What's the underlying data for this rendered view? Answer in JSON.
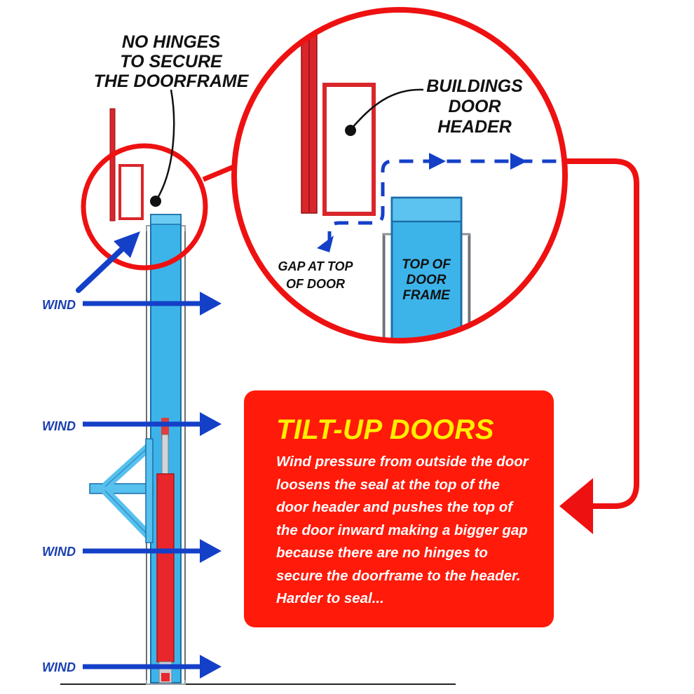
{
  "colors": {
    "accent_red": "#ee1111",
    "frame_blue": "#3cb4ea",
    "arrow_blue": "#1440c8",
    "box_red": "#ff1a0a",
    "title_yellow": "#ffee00",
    "header_red": "#d9262b",
    "ground": "#222222"
  },
  "labels": {
    "no_hinges": [
      "NO HINGES",
      "TO SECURE",
      "THE DOORFRAME"
    ],
    "buildings_header": [
      "BUILDINGS",
      "DOOR",
      "HEADER"
    ],
    "gap": [
      "GAP AT TOP",
      "OF DOOR"
    ],
    "top_frame": [
      "TOP OF",
      "DOOR",
      "FRAME"
    ],
    "wind": [
      "WIND",
      "WIND",
      "WIND",
      "WIND"
    ]
  },
  "info": {
    "title": "TILT-UP DOORS",
    "body": "Wind pressure from outside the door loosens the seal at the top of the door header and pushes the top of the door inward making a bigger gap because there are no hinges to secure the doorframe to the header. Harder to seal..."
  },
  "icons": [
    "arrow-right-icon",
    "arrow-up-right-icon",
    "arrow-left-icon"
  ]
}
